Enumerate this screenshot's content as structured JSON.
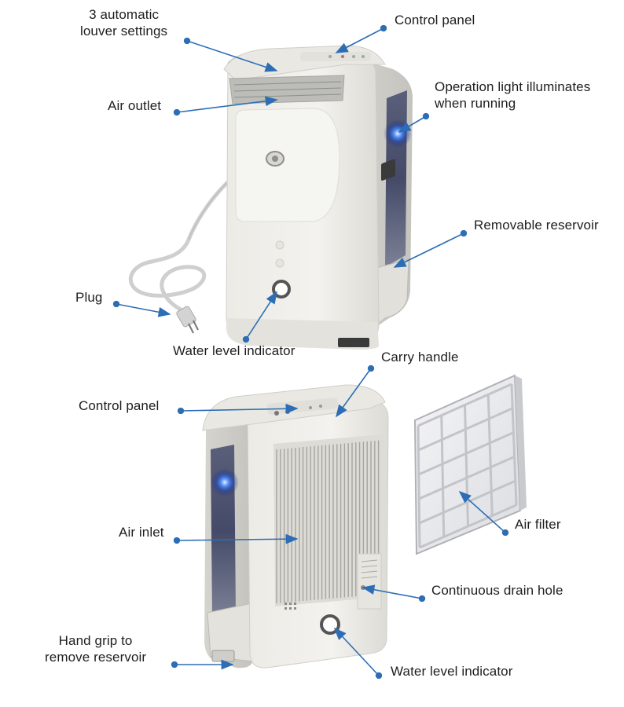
{
  "colors": {
    "accent_blue": "#2c6db5",
    "body_light": "#eeeeea",
    "body_shade": "#d8d7d1",
    "window_dark": "#3a3f5c",
    "glow": "#4f8cff"
  },
  "top_unit": {
    "labels": {
      "louver": "3 automatic\nlouver settings",
      "control_panel": "Control panel",
      "operation_light": "Operation light illuminates\nwhen running",
      "air_outlet": "Air outlet",
      "removable_reservoir": "Removable reservoir",
      "plug": "Plug",
      "water_level": "Water level indicator"
    }
  },
  "bottom_unit": {
    "labels": {
      "carry_handle": "Carry handle",
      "control_panel": "Control panel",
      "air_inlet": "Air inlet",
      "air_filter": "Air filter",
      "drain_hole": "Continuous drain hole",
      "hand_grip": "Hand grip to\nremove reservoir",
      "water_level": "Water level indicator"
    }
  }
}
